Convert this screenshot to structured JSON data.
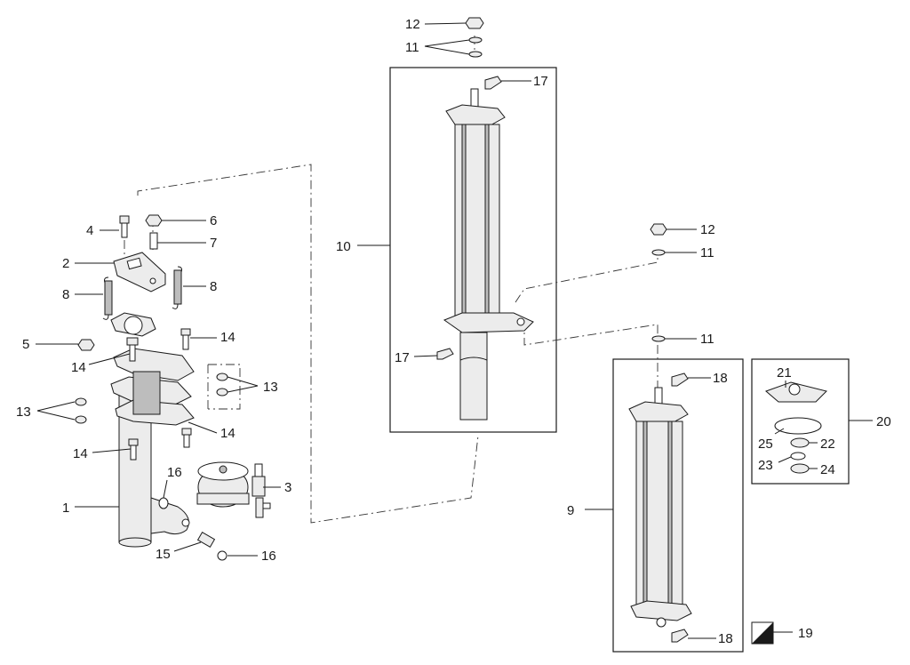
{
  "callouts": {
    "c1": "1",
    "c2": "2",
    "c3": "3",
    "c4": "4",
    "c5": "5",
    "c6": "6",
    "c7": "7",
    "c8a": "8",
    "c8b": "8",
    "c9": "9",
    "c10": "10",
    "c11a": "11",
    "c11b": "11",
    "c11c": "11",
    "c12a": "12",
    "c12b": "12",
    "c13a": "13",
    "c13b": "13",
    "c14a": "14",
    "c14b": "14",
    "c14c": "14",
    "c14d": "14",
    "c15": "15",
    "c16a": "16",
    "c16b": "16",
    "c17a": "17",
    "c17b": "17",
    "c18a": "18",
    "c18b": "18",
    "c19": "19",
    "c20": "20",
    "c21": "21",
    "c22": "22",
    "c23": "23",
    "c24": "24",
    "c25": "25"
  }
}
